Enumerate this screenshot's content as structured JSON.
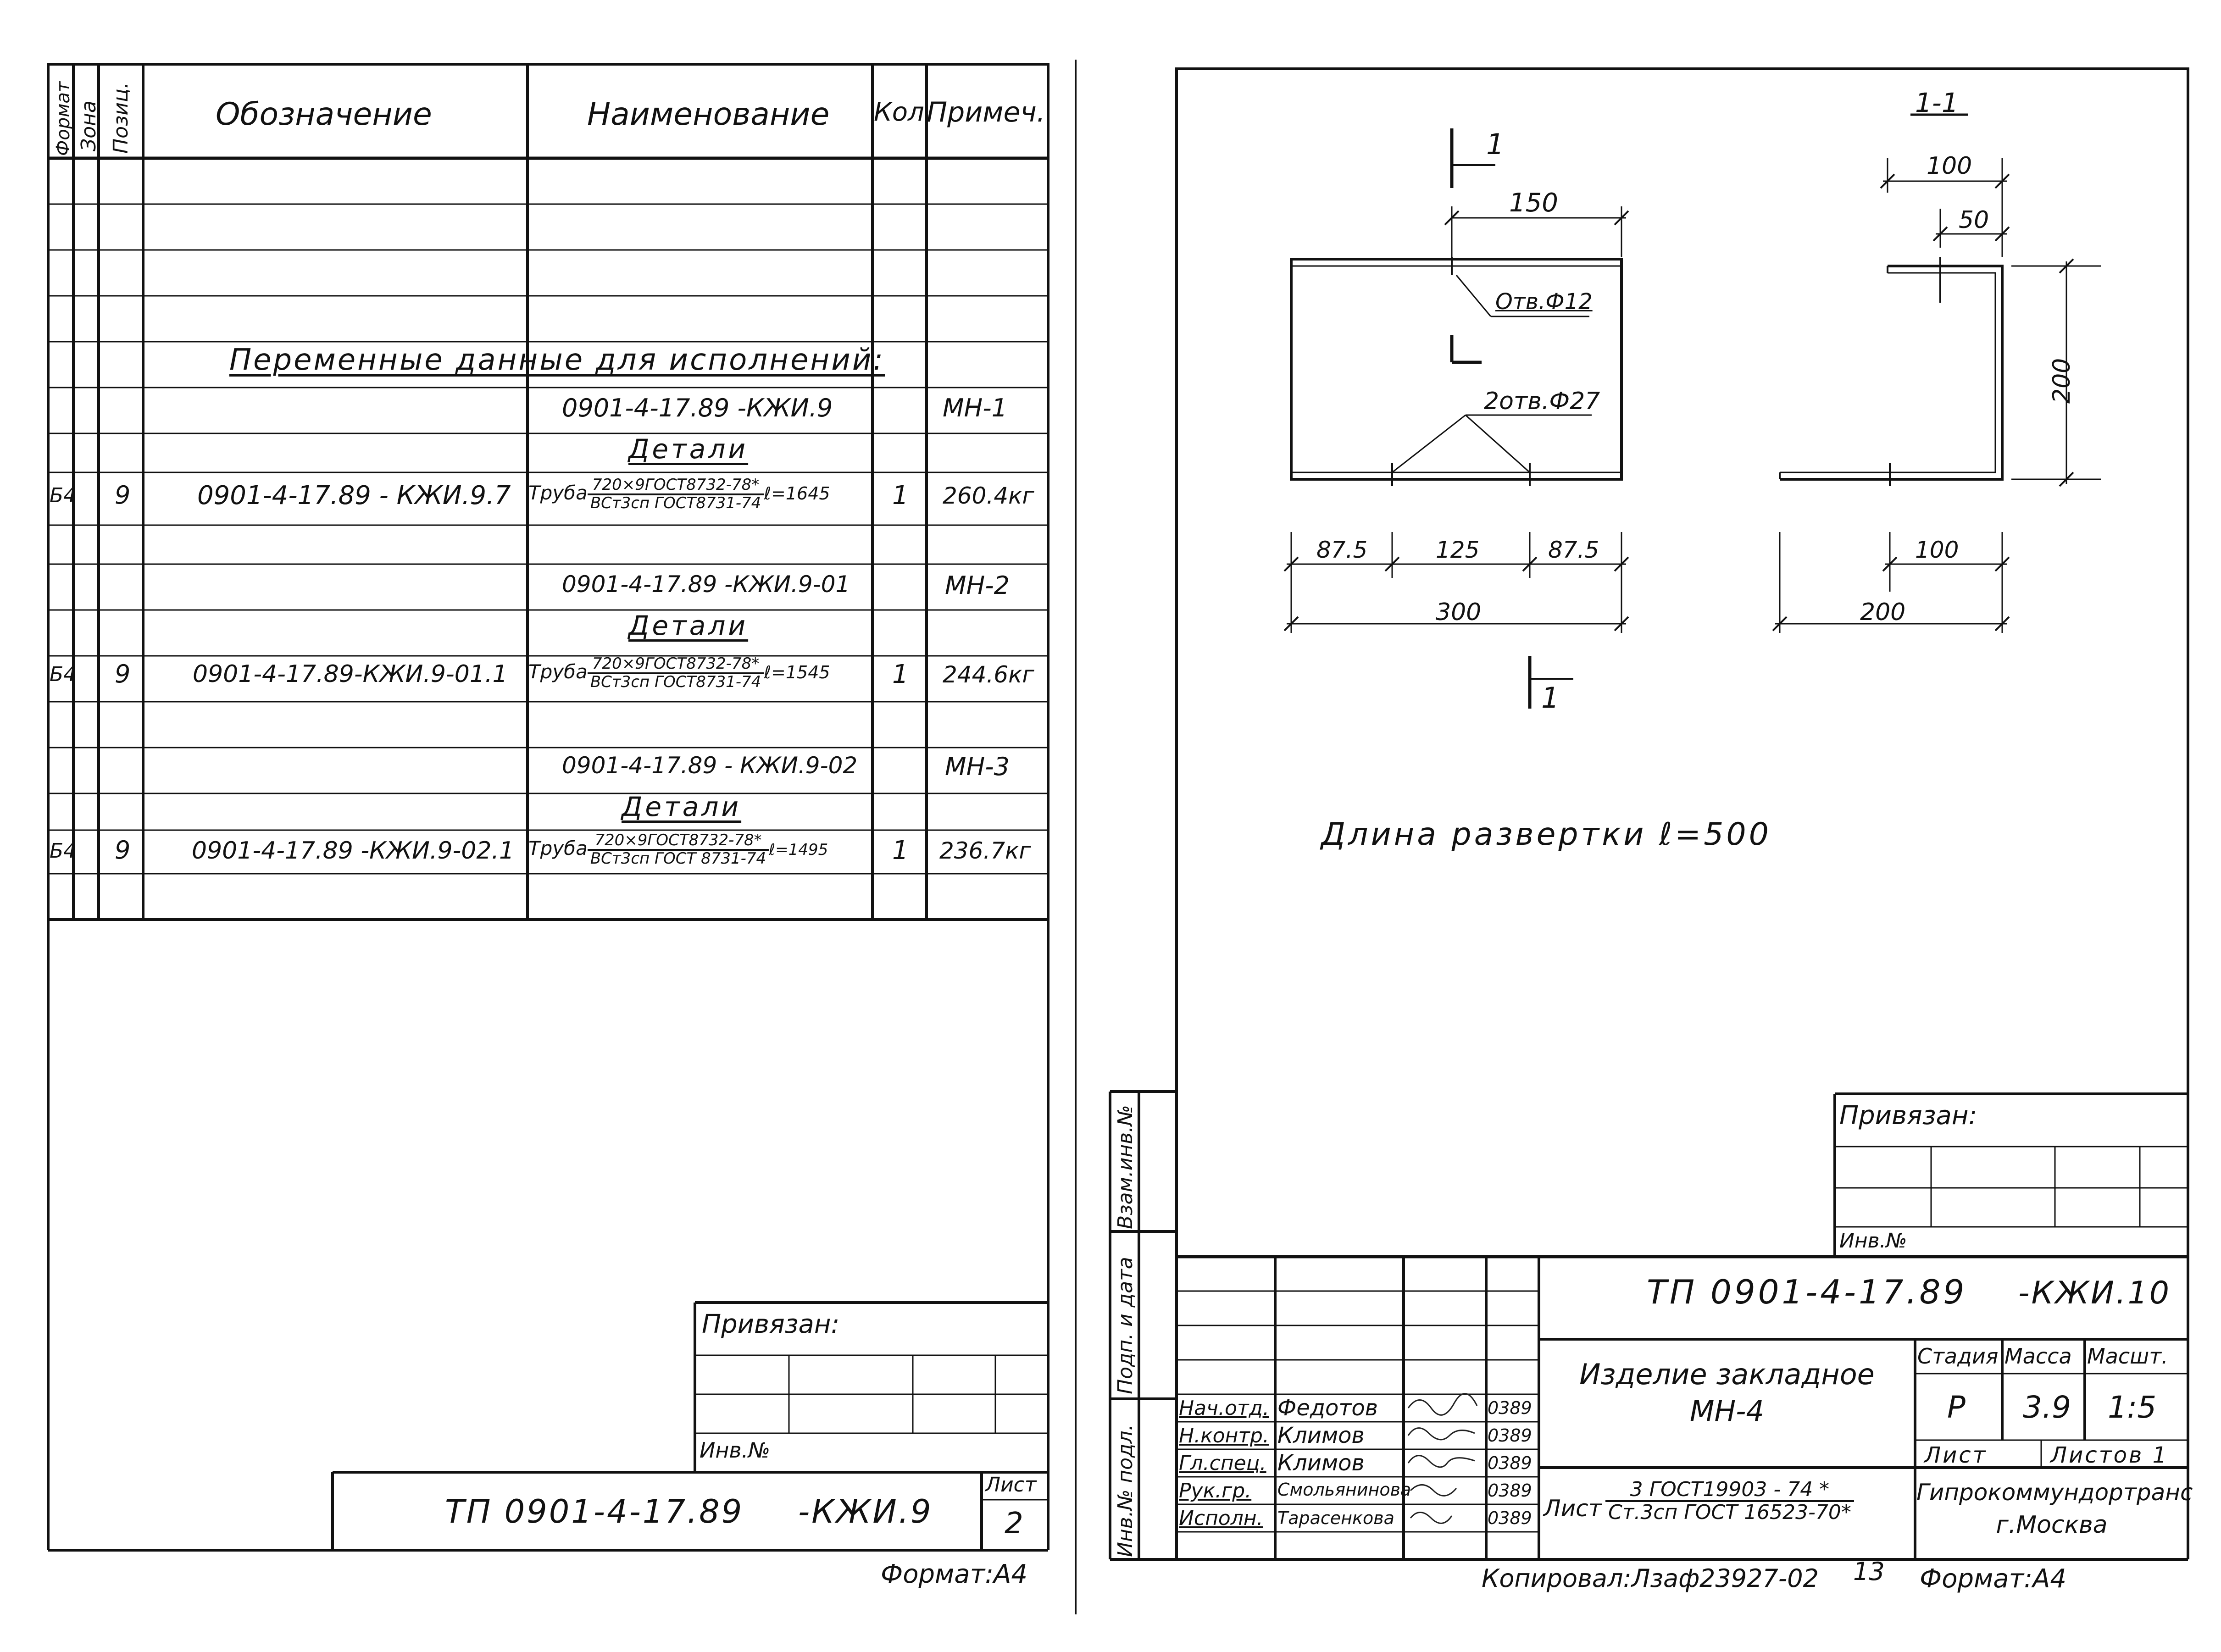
{
  "left_sheet": {
    "spec_headers": {
      "format": "Формат",
      "zone": "Зона",
      "position": "Позиц.",
      "designation": "Обозначение",
      "name": "Наименование",
      "qty": "Кол.",
      "note": "Примеч."
    },
    "variable_title": "Переменные данные для исполнений:",
    "details_label": "Детали",
    "variants": [
      {
        "doc": "0901-4-17.89 -КЖИ.9",
        "mark": "МН-1",
        "format": "Б4",
        "pos": "9",
        "designation": "0901-4-17.89 - КЖИ.9.7",
        "item": "Труба",
        "frac_num": "720×9ГОСТ8732-78*",
        "frac_den": "ВСт3сп ГОСТ8731-74",
        "length": "ℓ=1645",
        "qty": "1",
        "mass": "260.4кг"
      },
      {
        "doc": "0901-4-17.89 -КЖИ.9-01",
        "mark": "МН-2",
        "format": "Б4",
        "pos": "9",
        "designation": "0901-4-17.89-КЖИ.9-01.1",
        "item": "Труба",
        "frac_num": "720×9ГОСТ8732-78*",
        "frac_den": "ВСт3сп ГОСТ8731-74",
        "length": "ℓ=1545",
        "qty": "1",
        "mass": "244.6кг"
      },
      {
        "doc": "0901-4-17.89 - КЖИ.9-02",
        "mark": "МН-3",
        "format": "Б4",
        "pos": "9",
        "designation": "0901-4-17.89 -КЖИ.9-02.1",
        "item": "Труба",
        "frac_num": "720×9ГОСТ8732-78*",
        "frac_den": "ВСт3сп ГОСТ 8731-74",
        "length": "ℓ=1495",
        "qty": "1",
        "mass": "236.7кг"
      }
    ],
    "bound_label": "Привязан:",
    "inv_label": "Инв.№",
    "sheet_label": "Лист",
    "sheet_no": "2",
    "code": "ТП 0901-4-17.89",
    "code_suffix": "-КЖИ.9",
    "format_label": "Формат:А4"
  },
  "right_sheet": {
    "drawing": {
      "section_title": "1-1",
      "cut_mark": "1",
      "dim_150": "150",
      "dim_100_top": "100",
      "dim_50": "50",
      "hole_small": "Отв.Ф12",
      "hole_large": "2отв.Ф27",
      "dim_200_v": "200",
      "dim_87_5_a": "87.5",
      "dim_125": "125",
      "dim_87_5_b": "87.5",
      "dim_300": "300",
      "dim_100_bottom": "100",
      "dim_200_bottom": "200",
      "develop_length": "Длина развертки ℓ=500"
    },
    "side_stamp": {
      "inv_orig": "Инв.№ подл.",
      "sign_date": "Подп. и дата",
      "replace_inv": "Взам.инв.№"
    },
    "bound_label": "Привязан:",
    "inv_label": "Инв.№",
    "code": "ТП 0901-4-17.89",
    "code_suffix": "-КЖИ.10",
    "title_line1": "Изделие закладное",
    "title_line2": "МН-4",
    "stage_label": "Стадия",
    "mass_label": "Масса",
    "scale_label": "Масшт.",
    "stage": "Р",
    "mass": "3.9",
    "scale": "1:5",
    "sheet_label": "Лист",
    "sheets_label": "Листов",
    "sheets_total": "1",
    "material_label": "Лист",
    "material_num": "3 ГОСТ19903 - 74 *",
    "material_den": "Ст.3сп ГОСТ 16523-70*",
    "organization_line1": "Гипрокоммундортранс",
    "organization_line2": "г.Москва",
    "signatures": [
      {
        "role": "Нач.отд.",
        "name": "Федотов",
        "date": "0389"
      },
      {
        "role": "Н.контр.",
        "name": "Климов",
        "date": "0389"
      },
      {
        "role": "Гл.спец.",
        "name": "Климов",
        "date": "0389"
      },
      {
        "role": "Рук.гр.",
        "name": "Смольянинова",
        "date": "0389"
      },
      {
        "role": "Исполн.",
        "name": "Тарасенкова",
        "date": "0389"
      }
    ],
    "copied_label": "Копировал:",
    "copied_sig": "Лзаф",
    "archive_no": "23927-02",
    "page_no": "13",
    "format_label": "Формат:А4"
  }
}
